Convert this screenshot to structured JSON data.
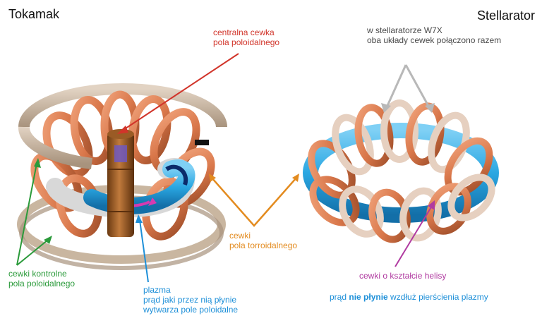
{
  "titles": {
    "tokamak": "Tokamak",
    "stellarator": "Stellarator"
  },
  "labels": {
    "central_coil": [
      "centralna cewka",
      "pola poloidalnego"
    ],
    "w7x": [
      "w stellaratorze W7X",
      "oba układy cewek połączono razem"
    ],
    "toroidal_coils": [
      "cewki",
      "pola torroidalnego"
    ],
    "control_coils": [
      "cewki kontrolne",
      "pola poloidalnego"
    ],
    "plasma": [
      "plazma",
      "prąd jaki przez nią płynie",
      "wytwarza pole poloidalne"
    ],
    "helix_coils": "cewki o kształcie helisy",
    "flow": {
      "pre": "prąd ",
      "bold": "nie płynie",
      "post": " wzdłuż pierścienia plazmy"
    }
  },
  "colors": {
    "copper": "#d9774a",
    "copper_dark": "#a9542e",
    "beige_ring": "#c9b6a0",
    "plasma": "#2aa7e2",
    "central": "#d1342a",
    "toroidal": "#e38b1f",
    "control": "#2a9a3a",
    "plasma_label": "#1d8fd8",
    "helix": "#b03aa0",
    "w7x_arrow": "#b8b8b8"
  }
}
